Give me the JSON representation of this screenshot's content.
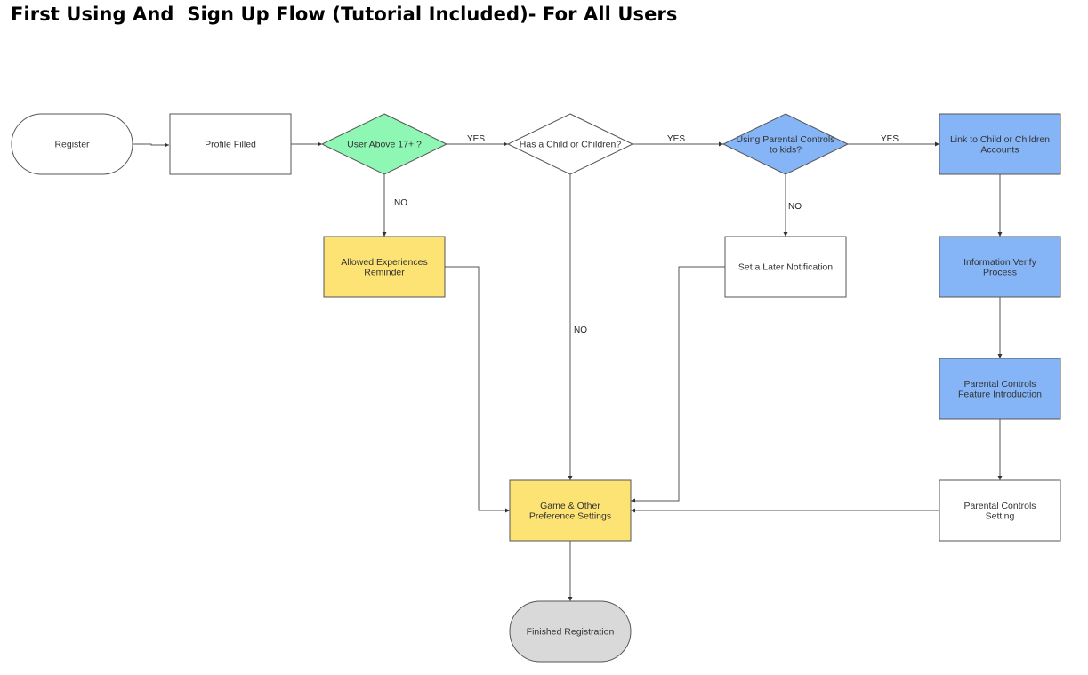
{
  "title": "First Using And  Sign Up Flow (Tutorial Included)- For All Users",
  "colors": {
    "green_decision": "#8ff7b4",
    "blue_process": "#85b5f7",
    "yellow_process": "#fce374",
    "gray_terminal": "#d9d9d9",
    "white": "#ffffff",
    "stroke": "#555555"
  },
  "nodes": [
    {
      "id": "register",
      "type": "terminal",
      "fill": "white",
      "lines": [
        "Register"
      ]
    },
    {
      "id": "profile_filled",
      "type": "process",
      "fill": "white",
      "lines": [
        "Profile Filled"
      ]
    },
    {
      "id": "user_above_17",
      "type": "decision",
      "fill": "green_decision",
      "lines": [
        "User Above 17+ ?"
      ]
    },
    {
      "id": "has_child",
      "type": "decision",
      "fill": "white",
      "lines": [
        "Has a Child or Children?"
      ]
    },
    {
      "id": "using_parental_controls",
      "type": "decision",
      "fill": "blue_process",
      "lines": [
        "Using Parental Controls",
        "to kids?"
      ]
    },
    {
      "id": "link_child_accounts",
      "type": "process",
      "fill": "blue_process",
      "lines": [
        "Link to Child or Children",
        "Accounts"
      ]
    },
    {
      "id": "allowed_experiences_reminder",
      "type": "process",
      "fill": "yellow_process",
      "lines": [
        "Allowed Experiences",
        "Reminder"
      ]
    },
    {
      "id": "set_later_notification",
      "type": "process",
      "fill": "white",
      "lines": [
        "Set a Later Notification"
      ]
    },
    {
      "id": "information_verify",
      "type": "process",
      "fill": "blue_process",
      "lines": [
        "Information Verify",
        "Process"
      ]
    },
    {
      "id": "parental_controls_intro",
      "type": "process",
      "fill": "blue_process",
      "lines": [
        "Parental Controls",
        "Feature Introduction"
      ]
    },
    {
      "id": "game_preference_settings",
      "type": "process",
      "fill": "yellow_process",
      "lines": [
        "Game & Other",
        "Preference Settings"
      ]
    },
    {
      "id": "parental_controls_setting",
      "type": "process",
      "fill": "white",
      "lines": [
        "Parental Controls",
        "Setting"
      ]
    },
    {
      "id": "finished_registration",
      "type": "terminal",
      "fill": "gray_terminal",
      "lines": [
        "Finished Registration"
      ]
    }
  ],
  "edges": [
    {
      "from": "register",
      "to": "profile_filled",
      "label": ""
    },
    {
      "from": "profile_filled",
      "to": "user_above_17",
      "label": ""
    },
    {
      "from": "user_above_17",
      "to": "has_child",
      "label": "YES"
    },
    {
      "from": "user_above_17",
      "to": "allowed_experiences_reminder",
      "label": "NO"
    },
    {
      "from": "has_child",
      "to": "using_parental_controls",
      "label": "YES"
    },
    {
      "from": "has_child",
      "to": "game_preference_settings",
      "label": "NO"
    },
    {
      "from": "using_parental_controls",
      "to": "link_child_accounts",
      "label": "YES"
    },
    {
      "from": "using_parental_controls",
      "to": "set_later_notification",
      "label": "NO"
    },
    {
      "from": "link_child_accounts",
      "to": "information_verify",
      "label": ""
    },
    {
      "from": "information_verify",
      "to": "parental_controls_intro",
      "label": ""
    },
    {
      "from": "parental_controls_intro",
      "to": "parental_controls_setting",
      "label": ""
    },
    {
      "from": "allowed_experiences_reminder",
      "to": "game_preference_settings",
      "label": ""
    },
    {
      "from": "set_later_notification",
      "to": "game_preference_settings",
      "label": ""
    },
    {
      "from": "parental_controls_setting",
      "to": "game_preference_settings",
      "label": ""
    },
    {
      "from": "game_preference_settings",
      "to": "finished_registration",
      "label": ""
    }
  ]
}
